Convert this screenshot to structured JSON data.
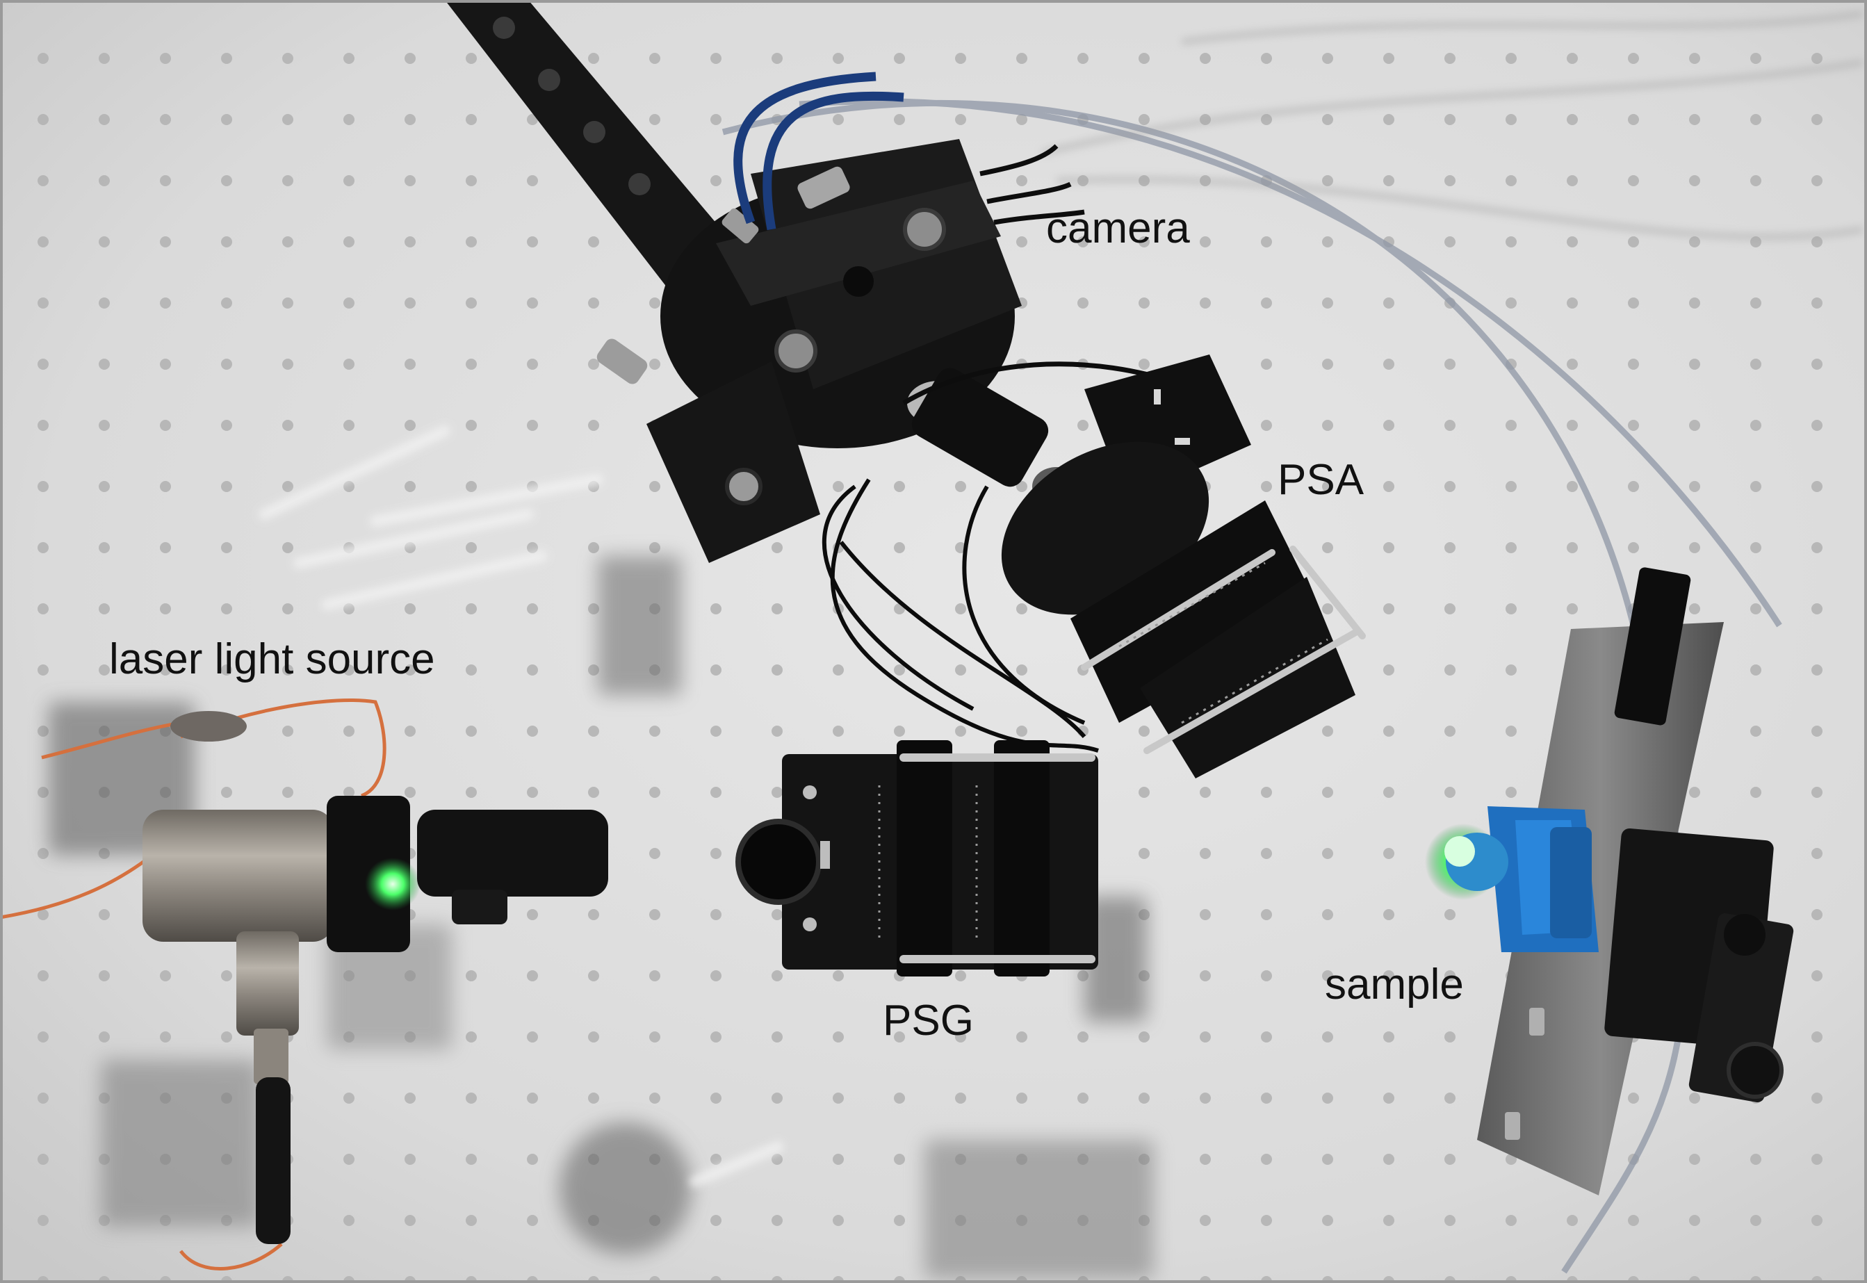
{
  "labels": {
    "camera": "camera",
    "psa": "PSA",
    "laser": "laser light source",
    "psg": "PSG",
    "sample": "sample"
  }
}
